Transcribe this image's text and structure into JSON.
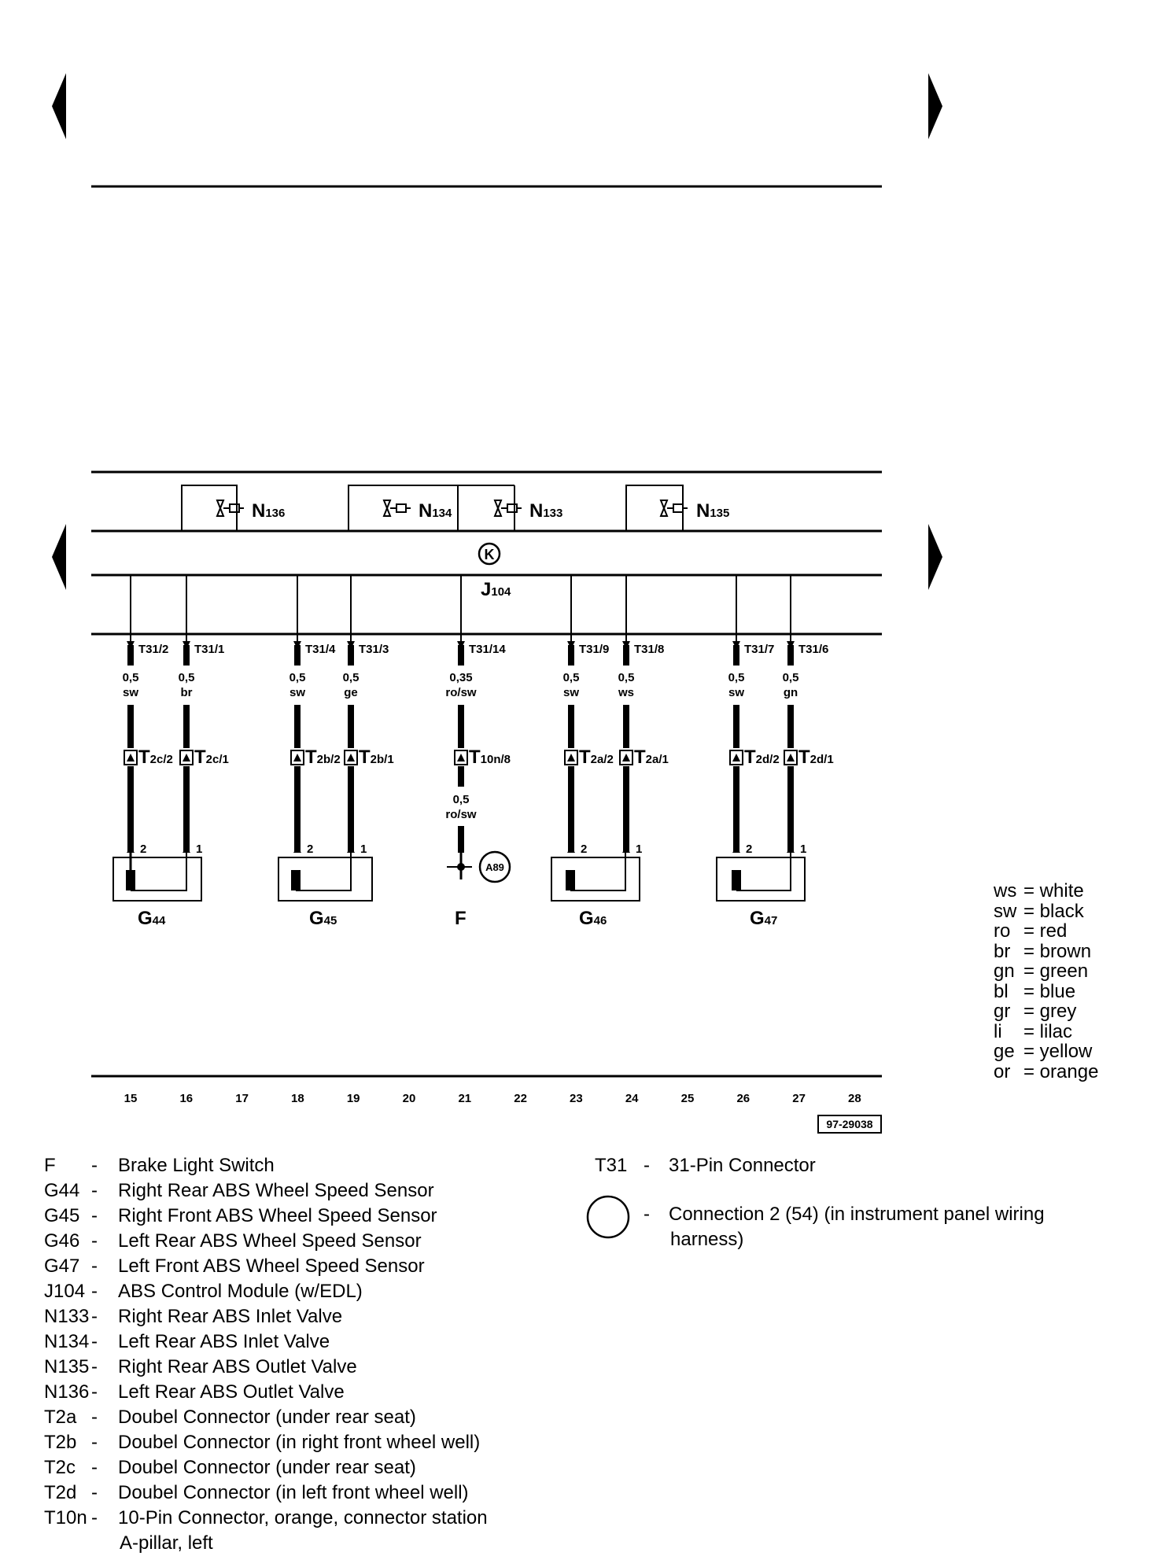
{
  "diagram_id": "97-29038",
  "top_components": [
    {
      "id": "N136",
      "base": "N",
      "sub": "136"
    },
    {
      "id": "N134",
      "base": "N",
      "sub": "134"
    },
    {
      "id": "N133",
      "base": "N",
      "sub": "133"
    },
    {
      "id": "N135",
      "base": "N",
      "sub": "135"
    }
  ],
  "ground_symbol": "K",
  "module": {
    "base": "J",
    "sub": "104"
  },
  "wires": [
    {
      "pin": "T31/2",
      "gauge": "0,5",
      "color": "sw",
      "connector": {
        "base": "T",
        "sub": "2c/2"
      },
      "sensor_pin": "2"
    },
    {
      "pin": "T31/1",
      "gauge": "0,5",
      "color": "br",
      "connector": {
        "base": "T",
        "sub": "2c/1"
      },
      "sensor_pin": "1"
    },
    {
      "pin": "T31/4",
      "gauge": "0,5",
      "color": "sw",
      "connector": {
        "base": "T",
        "sub": "2b/2"
      },
      "sensor_pin": "2"
    },
    {
      "pin": "T31/3",
      "gauge": "0,5",
      "color": "ge",
      "connector": {
        "base": "T",
        "sub": "2b/1"
      },
      "sensor_pin": "1"
    },
    {
      "pin": "T31/14",
      "gauge": "0,35",
      "color": "ro/sw",
      "connector": {
        "base": "T",
        "sub": "10n/8"
      },
      "gauge2": "0,5",
      "color2": "ro/sw"
    },
    {
      "pin": "T31/9",
      "gauge": "0,5",
      "color": "sw",
      "connector": {
        "base": "T",
        "sub": "2a/2"
      },
      "sensor_pin": "2"
    },
    {
      "pin": "T31/8",
      "gauge": "0,5",
      "color": "ws",
      "connector": {
        "base": "T",
        "sub": "2a/1"
      },
      "sensor_pin": "1"
    },
    {
      "pin": "T31/7",
      "gauge": "0,5",
      "color": "sw",
      "connector": {
        "base": "T",
        "sub": "2d/2"
      },
      "sensor_pin": "2"
    },
    {
      "pin": "T31/6",
      "gauge": "0,5",
      "color": "gn",
      "connector": {
        "base": "T",
        "sub": "2d/1"
      },
      "sensor_pin": "1"
    }
  ],
  "sensors": [
    {
      "base": "G",
      "sub": "44"
    },
    {
      "base": "G",
      "sub": "45"
    },
    {
      "base": "G",
      "sub": "46"
    },
    {
      "base": "G",
      "sub": "47"
    }
  ],
  "switch_label": "F",
  "connection_label": "A89",
  "track_numbers": [
    "15",
    "16",
    "17",
    "18",
    "19",
    "20",
    "21",
    "22",
    "23",
    "24",
    "25",
    "26",
    "27",
    "28"
  ],
  "color_key": [
    {
      "abbr": "ws",
      "name": "= white"
    },
    {
      "abbr": "sw",
      "name": "= black"
    },
    {
      "abbr": "ro",
      "name": "= red"
    },
    {
      "abbr": "br",
      "name": "= brown"
    },
    {
      "abbr": "gn",
      "name": "= green"
    },
    {
      "abbr": "bl",
      "name": "= blue"
    },
    {
      "abbr": "gr",
      "name": "= grey"
    },
    {
      "abbr": "li",
      "name": "= lilac"
    },
    {
      "abbr": "ge",
      "name": "= yellow"
    },
    {
      "abbr": "or",
      "name": "= orange"
    }
  ],
  "legend_left": [
    {
      "code": "F",
      "desc": "Brake Light Switch"
    },
    {
      "code": "G44",
      "desc": "Right Rear ABS Wheel Speed Sensor"
    },
    {
      "code": "G45",
      "desc": "Right Front ABS Wheel Speed Sensor"
    },
    {
      "code": "G46",
      "desc": "Left Rear ABS Wheel Speed Sensor"
    },
    {
      "code": "G47",
      "desc": "Left Front ABS Wheel Speed Sensor"
    },
    {
      "code": "J104",
      "desc": "ABS Control Module (w/EDL)"
    },
    {
      "code": "N133",
      "desc": "Right Rear ABS Inlet Valve"
    },
    {
      "code": "N134",
      "desc": "Left Rear ABS Inlet Valve"
    },
    {
      "code": "N135",
      "desc": "Right Rear ABS Outlet Valve"
    },
    {
      "code": "N136",
      "desc": "Left Rear ABS Outlet Valve"
    },
    {
      "code": "T2a",
      "desc": "Doubel Connector (under rear seat)"
    },
    {
      "code": "T2b",
      "desc": "Doubel Connector (in right front wheel well)"
    },
    {
      "code": "T2c",
      "desc": "Doubel Connector (under rear seat)"
    },
    {
      "code": "T2d",
      "desc": "Doubel Connector (in left front wheel well)"
    },
    {
      "code": "T10n",
      "desc": "10-Pin Connector, orange, connector station",
      "desc_line2": "A-pillar, left"
    }
  ],
  "legend_right": [
    {
      "code": "T31",
      "desc": "31-Pin Connector"
    },
    {
      "code": "A89",
      "desc": "Connection 2 (54) (in instrument panel wiring",
      "desc_line2": "harness)"
    }
  ]
}
